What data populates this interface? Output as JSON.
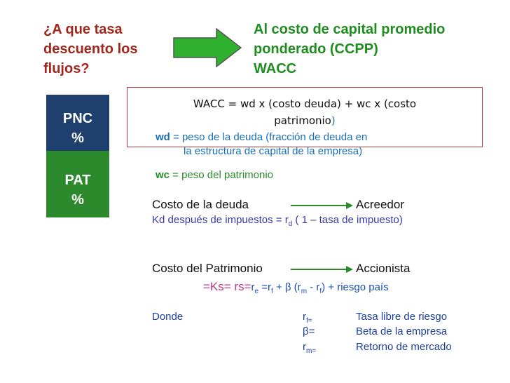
{
  "question": {
    "line1": "¿A que tasa",
    "line2": "descuento los",
    "line3": "flujos?"
  },
  "answer": {
    "line1": "Al costo de capital promedio",
    "line2": "ponderado (CCPP)",
    "line3": "WACC"
  },
  "blocks": {
    "pnc": "PNC",
    "pnc_pct": "%",
    "pat": "PAT",
    "pat_pct": "%"
  },
  "formula": {
    "part1": "WACC = wd x (costo deuda) + wc x (costo",
    "part2": "patrimonio",
    "part3": ")"
  },
  "definitions": {
    "wd_key": "wd",
    "wd_text1": " = peso de la deuda (fracción de deuda en",
    "wd_text2": "la estructura de capital de la empresa)",
    "wc_key": "wc",
    "wc_text": " = peso del patrimonio"
  },
  "debt": {
    "label": "Costo de la deuda",
    "target": "Acreedor",
    "kd_a": "Kd después de impuestos = r",
    "kd_sub": "d",
    "kd_b": " ( 1 – tasa de impuesto)"
  },
  "equity": {
    "label": "Costo del Patrimonio",
    "target": "Accionista",
    "ks_hi": "=Ks= rs=",
    "ks_r": "r",
    "ks_e": "e",
    "ks_eq": "  =r",
    "ks_f1": "f",
    "ks_mid": " + β (r",
    "ks_m": "m",
    "ks_dash": " - r",
    "ks_f2": "f",
    "ks_tail": ") + riesgo país"
  },
  "legend": {
    "donde": "Donde",
    "s1_r": "r",
    "s1_sub": "f=",
    "s2": "β=",
    "s3_r": "r",
    "s3_sub": "m=",
    "d1": "Tasa libre de riesgo",
    "d2": "Beta de la empresa",
    "d3": "Retorno de mercado"
  },
  "colors": {
    "question": "#a3261b",
    "answer": "#1e8c1e",
    "pnc_block": "#1f3f6e",
    "pat_block": "#2c8a2c",
    "arrow": "#2a8a2a",
    "box_border": "#b43a3a"
  }
}
